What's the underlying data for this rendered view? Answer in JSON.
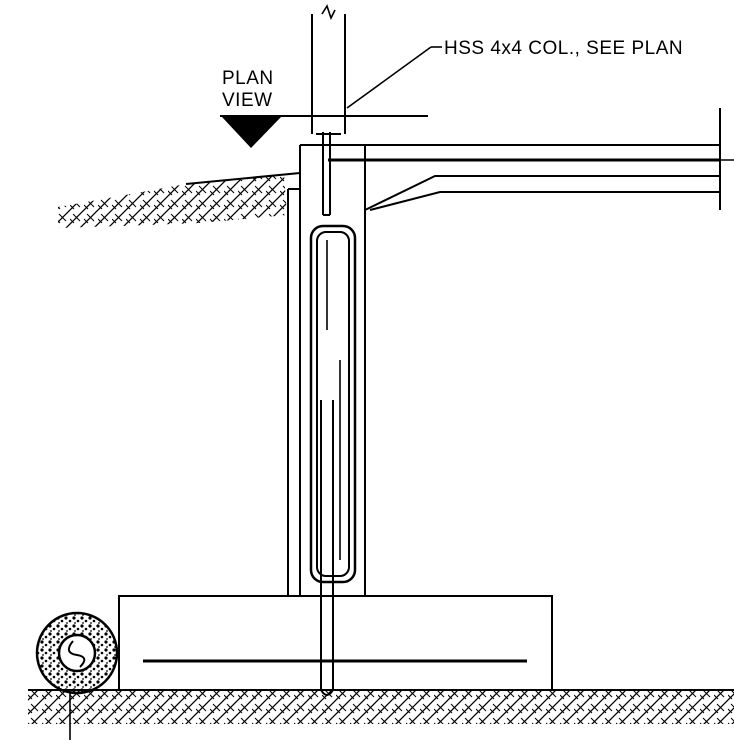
{
  "labels": {
    "column_callout": "HSS 4x4 COL., SEE PLAN",
    "plan_view_line1": "PLAN",
    "plan_view_line2": "VIEW"
  },
  "colors": {
    "ink": "#000000",
    "paper": "#ffffff"
  },
  "icons": {
    "section_marker": "plan-view-triangle",
    "soil_hatch": "earth-hatch-pattern",
    "drain_pipe": "perforated-drain-gravel-icon"
  }
}
